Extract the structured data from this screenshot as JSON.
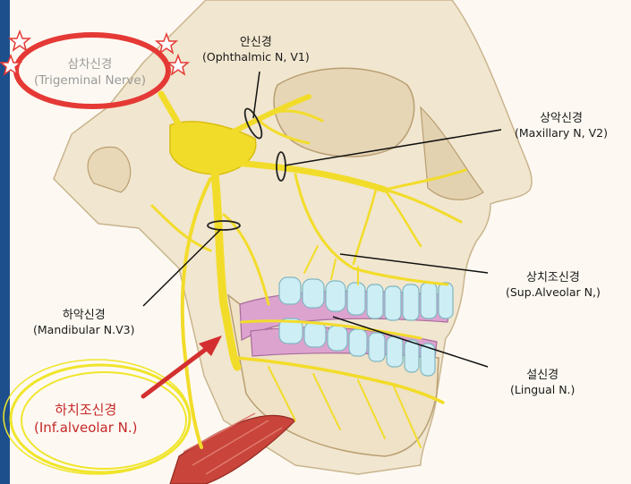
{
  "labels": {
    "trigeminal": {
      "ko": "삼차신경",
      "en": "(Trigeminal Nerve)"
    },
    "ophthalmic": {
      "ko": "안신경",
      "en": "(Ophthalmic N, V1)"
    },
    "maxillary": {
      "ko": "상악신경",
      "en": "(Maxillary N, V2)"
    },
    "sup_alveolar": {
      "ko": "상치조신경",
      "en": "(Sup.Alveolar N,)"
    },
    "mandibular": {
      "ko": "하악신경",
      "en": "(Mandibular N.V3)"
    },
    "lingual": {
      "ko": "설신경",
      "en": "(Lingual N.)"
    },
    "inf_alveolar": {
      "ko": "하치조신경",
      "en": "(Inf.alveolar N.)"
    }
  },
  "colors": {
    "nerve": "#f2dc2a",
    "bone": "#f1e6cf",
    "teeth": "#cdeef4",
    "gums": "#dca3cf",
    "muscle": "#c9443a",
    "highlight_circle": "#e53935",
    "highlight_ellipse": "#f0e52a",
    "arrow": "#d32f2f",
    "side_bar": "#1d4f8c"
  },
  "icons": [
    "star-icon",
    "arrow-icon"
  ]
}
